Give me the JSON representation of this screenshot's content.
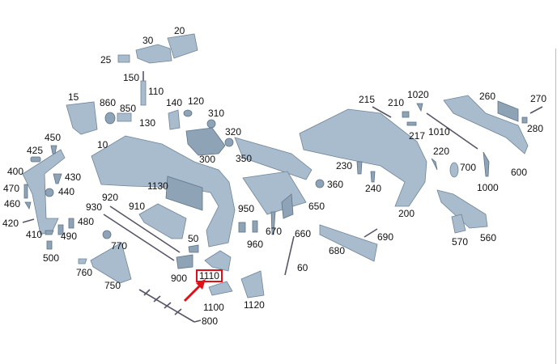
{
  "diagram": {
    "highlighted_part": "1110",
    "highlight_color": "#e0101a",
    "part_color": "#a9bccd",
    "labels": [
      "20",
      "30",
      "25",
      "150",
      "110",
      "860",
      "850",
      "140",
      "120",
      "15",
      "130",
      "310",
      "320",
      "450",
      "425",
      "10",
      "300",
      "350",
      "400",
      "430",
      "470",
      "440",
      "460",
      "1130",
      "920",
      "930",
      "910",
      "420",
      "410",
      "490",
      "480",
      "500",
      "770",
      "50",
      "760",
      "750",
      "900",
      "1110",
      "1100",
      "1120",
      "800",
      "950",
      "960",
      "670",
      "660",
      "650",
      "360",
      "60",
      "680",
      "690",
      "230",
      "240",
      "200",
      "215",
      "210",
      "1020",
      "217",
      "1010",
      "220",
      "700",
      "1000",
      "260",
      "270",
      "280",
      "600",
      "570",
      "560"
    ]
  }
}
